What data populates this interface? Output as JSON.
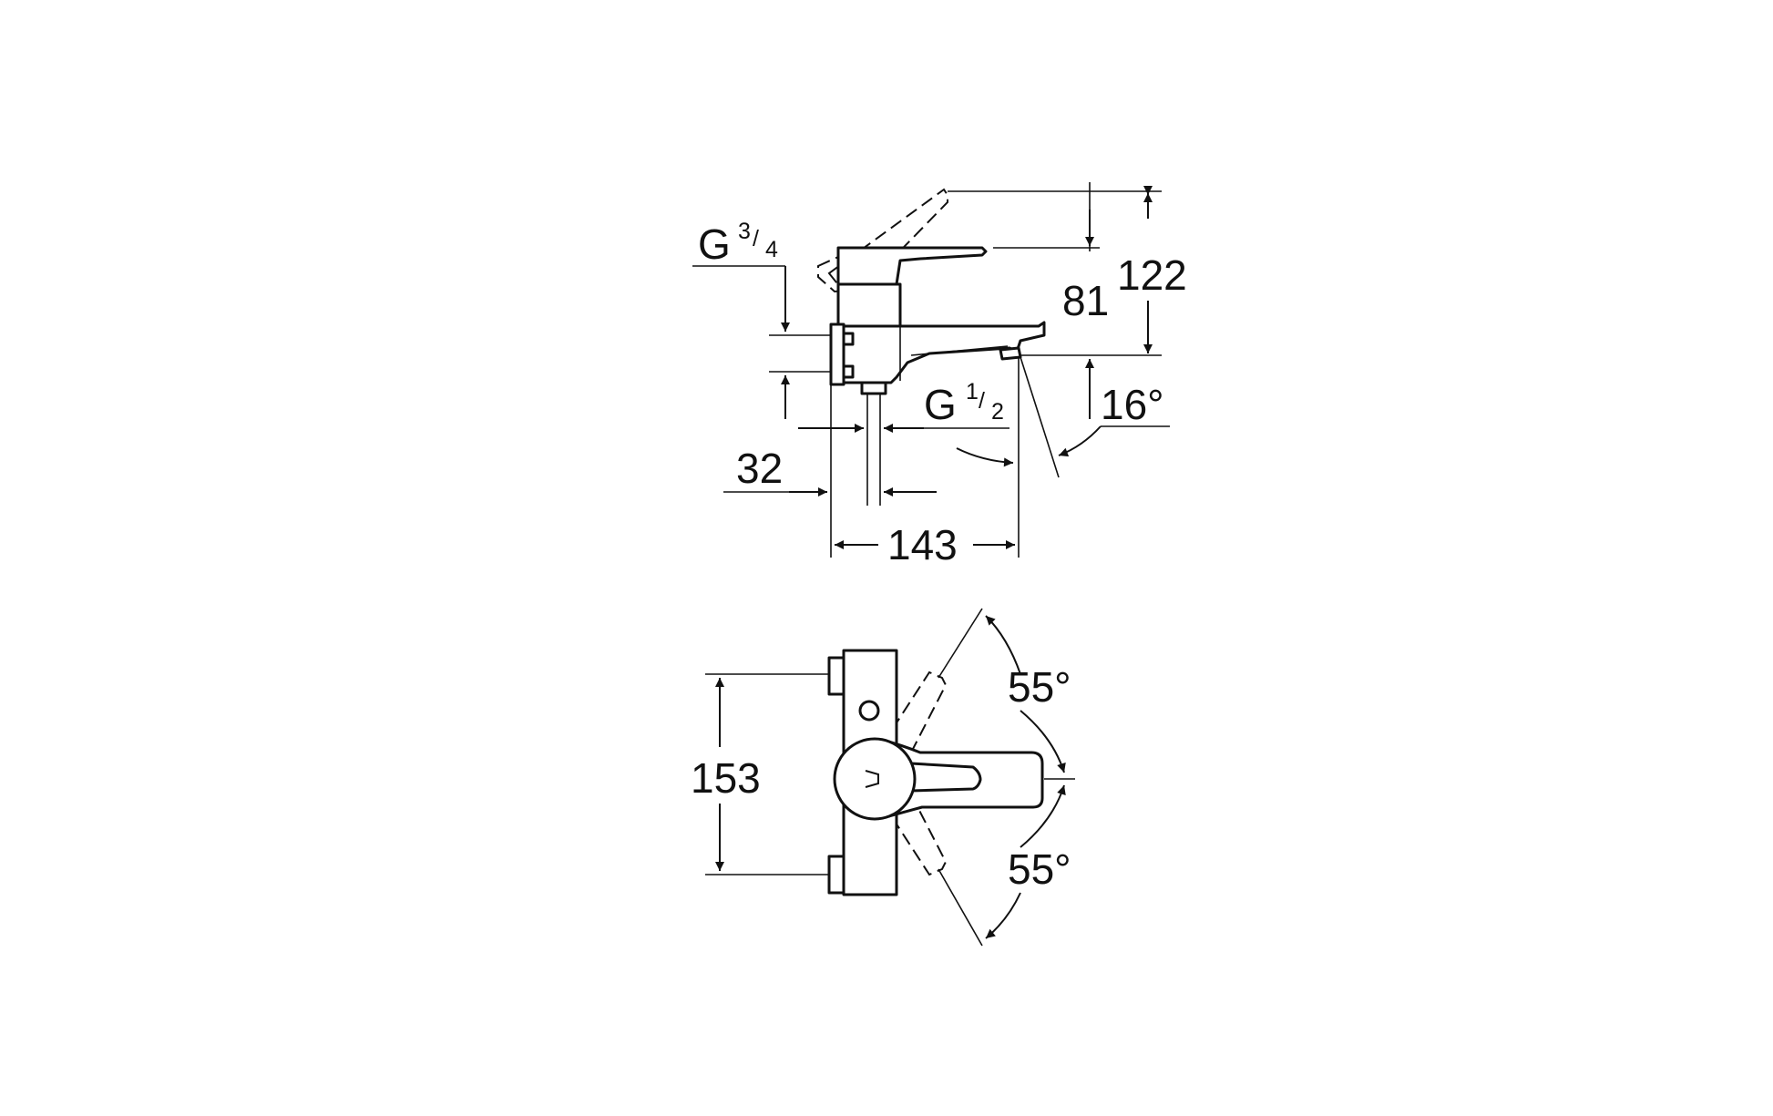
{
  "side_view": {
    "inlet_thread": {
      "prefix": "G",
      "num": "3",
      "den": "4"
    },
    "outlet_thread": {
      "prefix": "G",
      "num": "1",
      "den": "2"
    },
    "dim_height_total": "122",
    "dim_spout_height": "81",
    "dim_angle": "16°",
    "dim_outlet_offset": "32",
    "dim_projection": "143"
  },
  "top_view": {
    "dim_width": "153",
    "dim_angle_upper": "55°",
    "dim_angle_lower": "55°"
  }
}
